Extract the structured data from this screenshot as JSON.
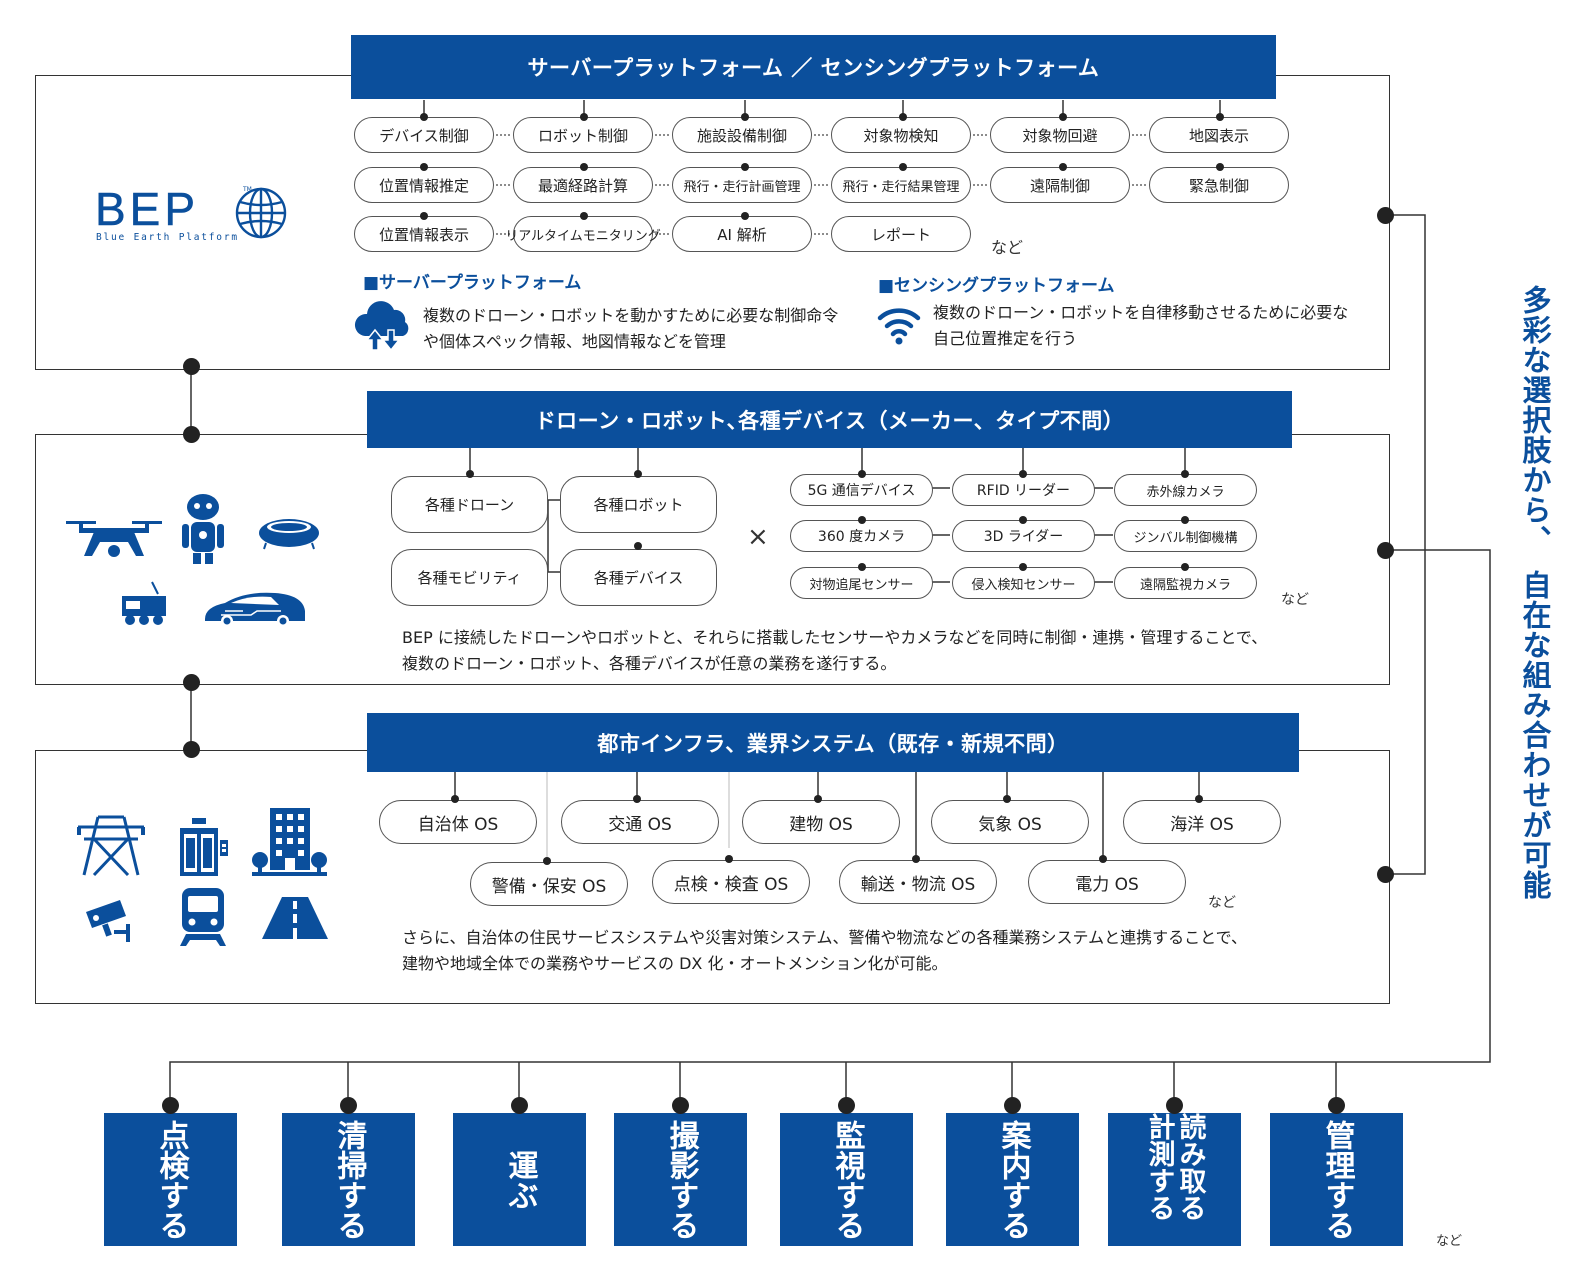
{
  "colors": {
    "primary": "#0b4f9c",
    "line": "#333333",
    "dot": "#222222"
  },
  "logo": {
    "text": "BEP",
    "tm": "TM",
    "subtitle": "Blue Earth Platform"
  },
  "side_label": {
    "part1": "多彩な選択肢から、",
    "part2": "自在な組み合わせが可能"
  },
  "platform": {
    "title": "サーバープラットフォーム ／ センシングプラットフォーム",
    "functions": [
      "デバイス制御",
      "ロボット制御",
      "施設設備制御",
      "対象物検知",
      "対象物回避",
      "地図表示",
      "位置情報推定",
      "最適経路計算",
      "飛行・走行計画管理",
      "飛行・走行結果管理",
      "遠隔制御",
      "緊急制御",
      "位置情報表示",
      "リアルタイムモニタリング",
      "AI 解析",
      "レポート"
    ],
    "nado": "など",
    "server": {
      "heading": "■サーバープラットフォーム",
      "line1": "複数のドローン・ロボットを動かすために必要な制御命令",
      "line2": "や個体スペック情報、地図情報などを管理"
    },
    "sensing": {
      "heading": "■センシングプラットフォーム",
      "line1": "複数のドローン・ロボットを自律移動させるために必要な",
      "line2": "自己位置推定を行う"
    }
  },
  "devices": {
    "title": "ドローン・ロボット､各種デバイス（メーカー、タイプ不問）",
    "types": [
      "各種ドローン",
      "各種ロボット",
      "各種モビリティ",
      "各種デバイス"
    ],
    "times": "×",
    "sensors": [
      "5G 通信デバイス",
      "RFID リーダー",
      "赤外線カメラ",
      "360 度カメラ",
      "3D ライダー",
      "ジンバル制御機構",
      "対物追尾センサー",
      "侵入検知センサー",
      "遠隔監視カメラ"
    ],
    "nado": "など",
    "line1": "BEP に接続したドローンやロボットと、それらに搭載したセンサーやカメラなどを同時に制御・連携・管理することで、",
    "line2": "複数のドローン・ロボット、各種デバイスが任意の業務を遂行する。"
  },
  "infra": {
    "title": "都市インフラ、業界システム（既存・新規不問）",
    "systems": [
      "自治体 OS",
      "交通 OS",
      "建物 OS",
      "気象 OS",
      "海洋 OS",
      "警備・保安 OS",
      "点検・検査 OS",
      "輸送・物流 OS",
      "電力 OS"
    ],
    "nado": "など",
    "line1": "さらに、自治体の住民サービスシステムや災害対策システム、警備や物流などの各種業務システムと連携することで、",
    "line2": "建物や地域全体での業務やサービスの DX 化・オートメンション化が可能。"
  },
  "actions": [
    "点検する",
    "清掃する",
    "運ぶ",
    "撮影する",
    "監視する",
    "案内する",
    "読み取る計測する",
    "管理する"
  ],
  "actions_nado": "など",
  "icons": {
    "platform": [
      "cloud-sync-icon",
      "wifi-icon",
      "globe-icon"
    ],
    "devices": [
      "drone-icon",
      "robot-icon",
      "robot-vacuum-icon",
      "delivery-vehicle-icon",
      "car-icon"
    ],
    "infra": [
      "power-tower-icon",
      "elevator-icon",
      "building-icon",
      "security-camera-icon",
      "train-icon",
      "road-icon"
    ]
  }
}
